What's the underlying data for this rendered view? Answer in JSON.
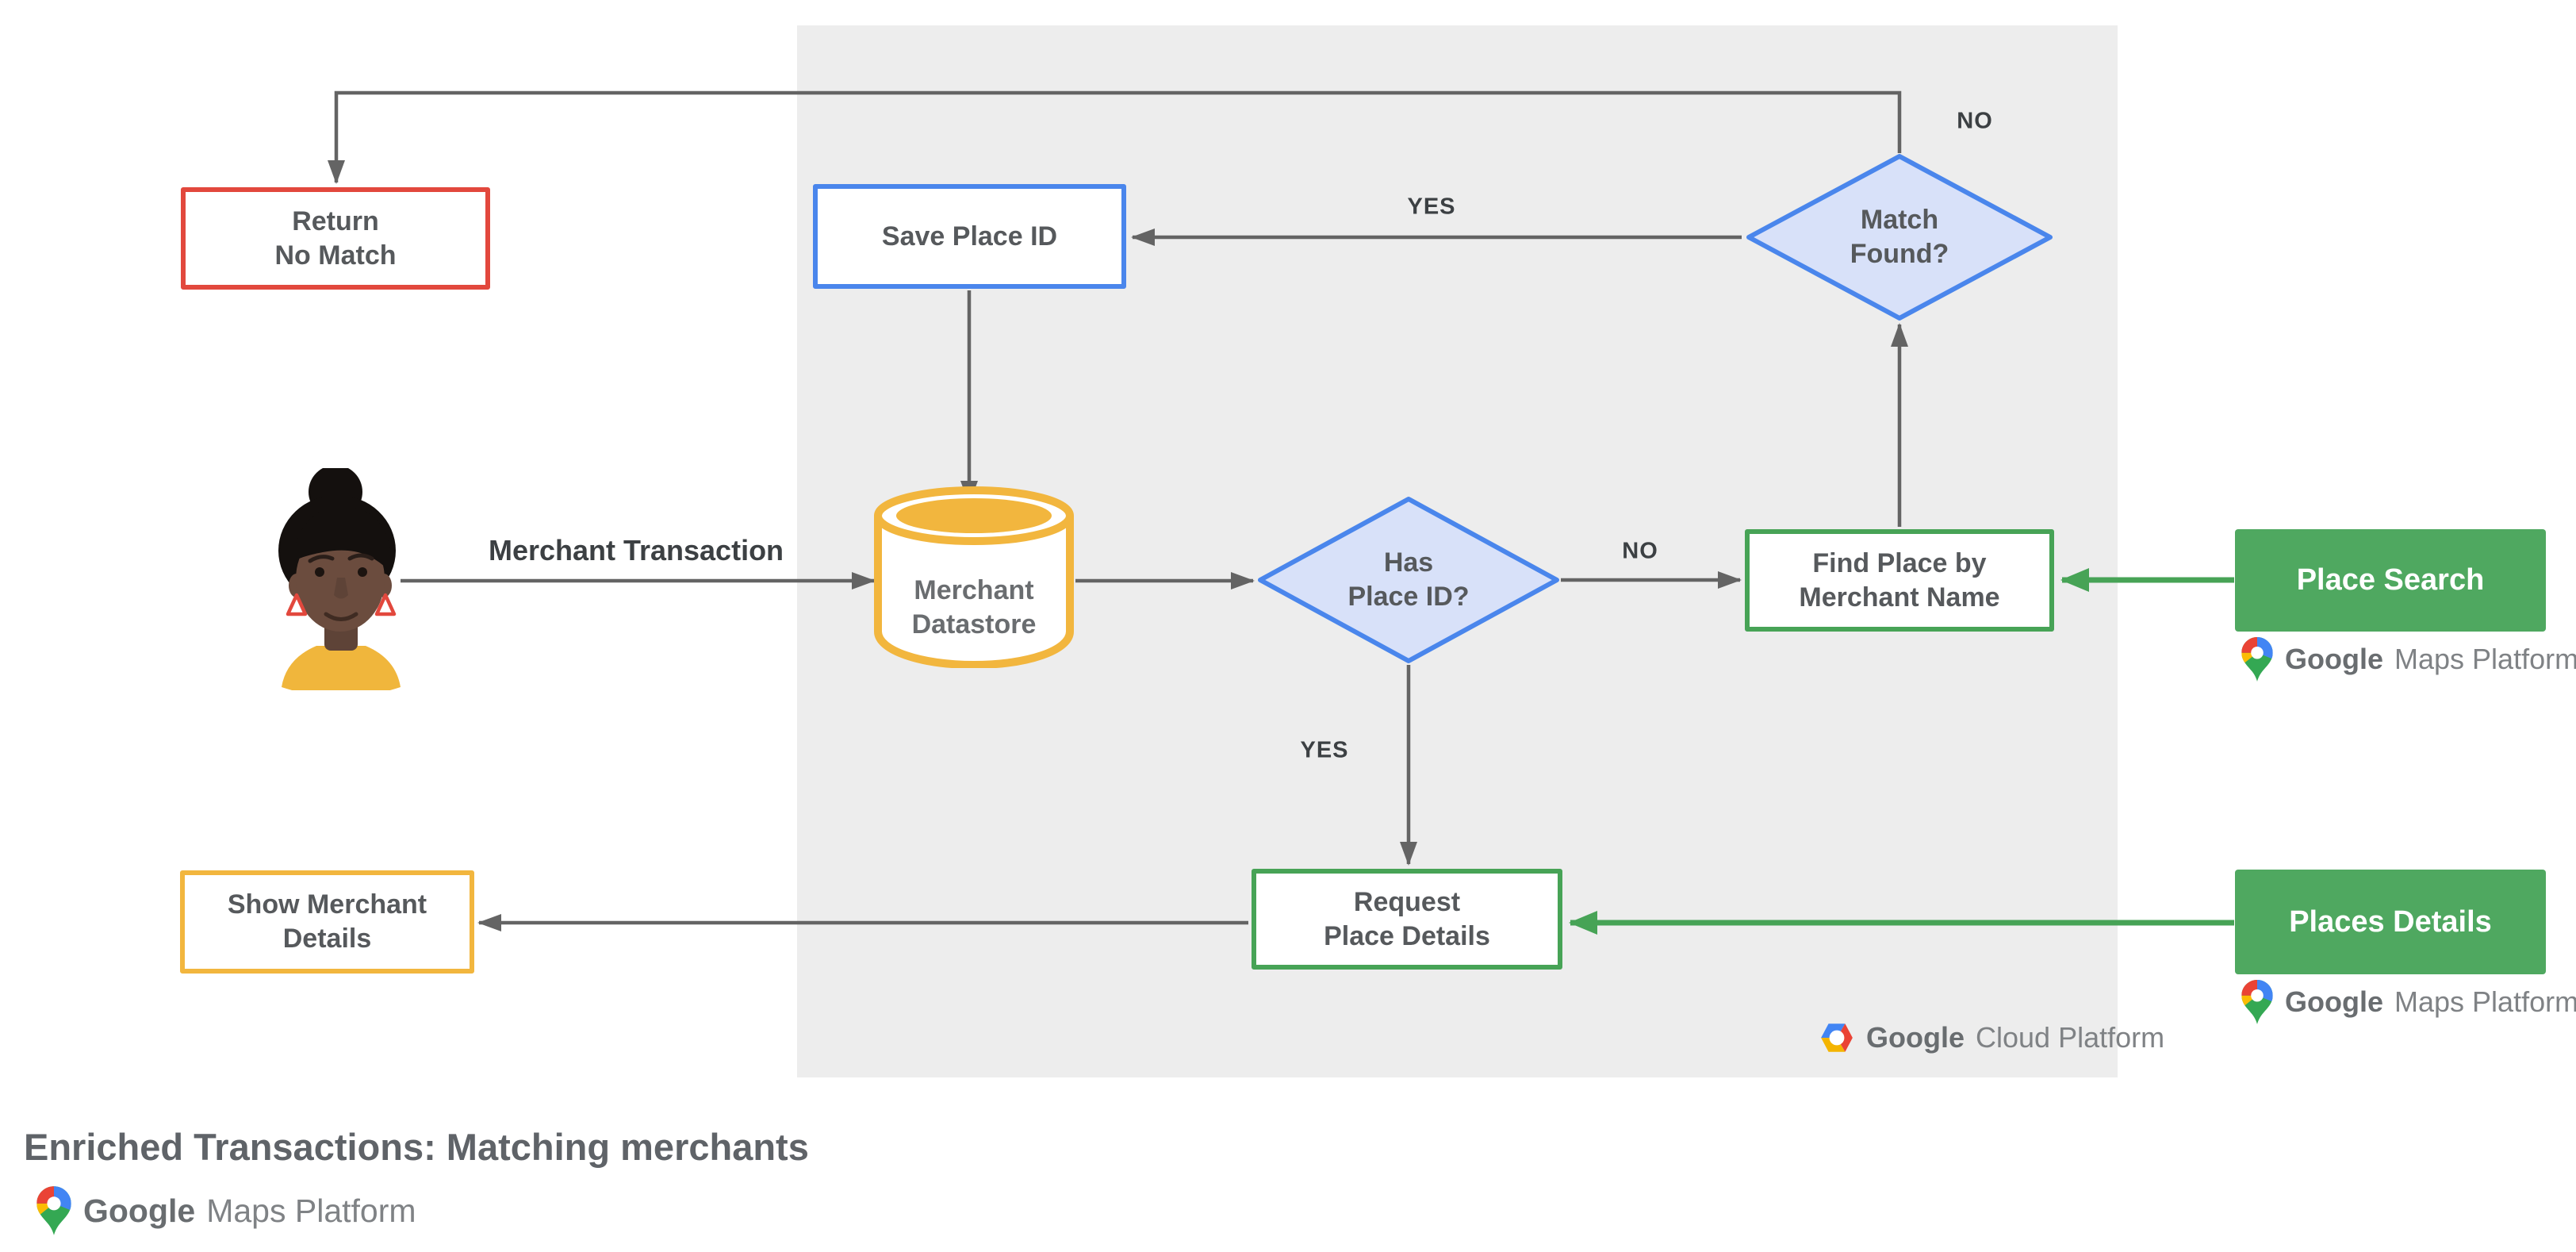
{
  "title": "Enriched Transactions: Matching merchants",
  "actor_label": "Merchant Transaction",
  "nodes": {
    "return_no_match": {
      "line1": "Return",
      "line2": "No Match"
    },
    "save_place_id": {
      "line1": "Save Place ID",
      "line2": ""
    },
    "merchant_datastore": {
      "line1": "Merchant",
      "line2": "Datastore"
    },
    "has_place_id": {
      "line1": "Has",
      "line2": "Place ID?"
    },
    "match_found": {
      "line1": "Match",
      "line2": "Found?"
    },
    "find_place": {
      "line1": "Find Place by",
      "line2": "Merchant Name"
    },
    "request_place_details": {
      "line1": "Request",
      "line2": "Place Details"
    },
    "show_merchant_details": {
      "line1": "Show Merchant",
      "line2": "Details"
    }
  },
  "api_cards": {
    "place_search": "Place Search",
    "places_details": "Places Details"
  },
  "edge_labels": {
    "match_yes": "YES",
    "match_no": "NO",
    "has_no": "NO",
    "has_yes": "YES"
  },
  "logos": {
    "google": "Google",
    "maps_platform": "Maps Platform",
    "cloud_platform": "Cloud Platform"
  },
  "colors": {
    "red": "#E2483D",
    "blue": "#4A86EC",
    "blue_fill": "#D8E1F9",
    "yellow": "#F2B63E",
    "green": "#47A356",
    "green_fill": "#4FA860",
    "panel_gray": "#EDEDED",
    "arrow_gray": "#646464"
  }
}
